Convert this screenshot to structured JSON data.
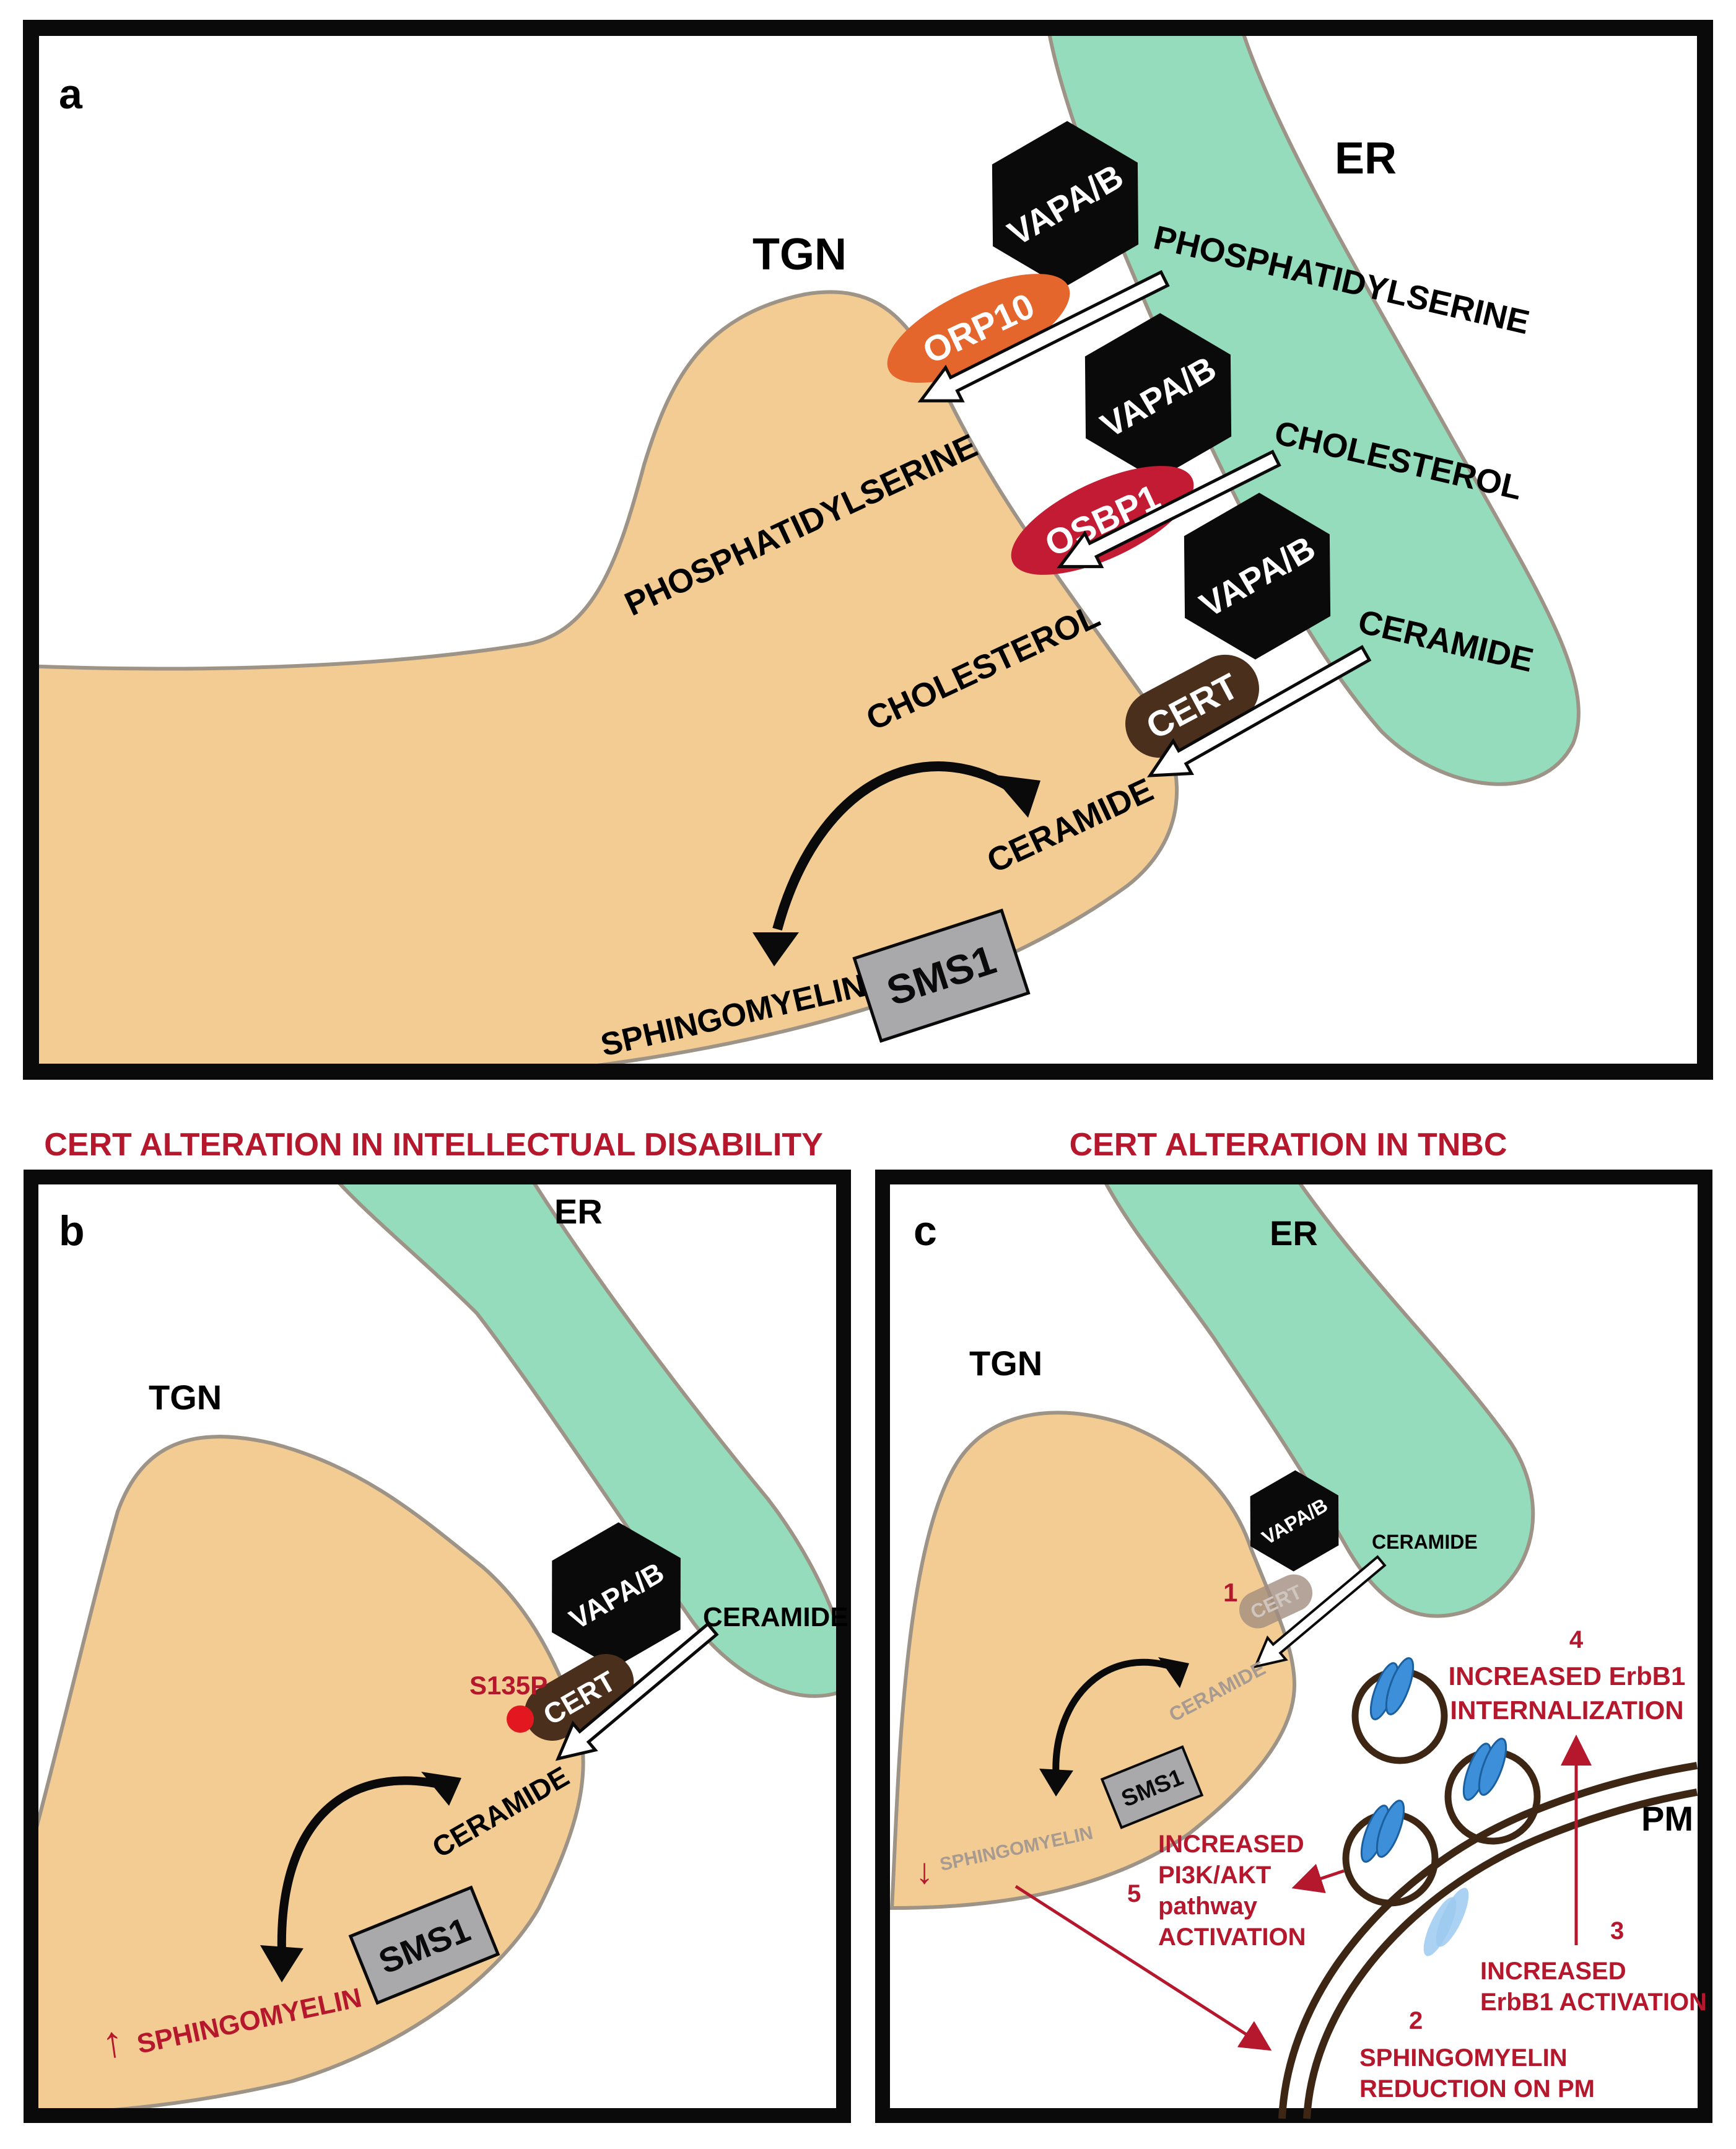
{
  "colors": {
    "tgn": "#f3cc93",
    "tgn_stroke": "#9e9387",
    "er": "#95dcbc",
    "vap": "#0a0a0a",
    "orp10": "#e5662d",
    "osbp1": "#c21b33",
    "cert": "#4a2f1c",
    "sms1": "#a9a9ab",
    "accent_red": "#b5172d",
    "membrane": "#3e2614",
    "receptor": "#3c8fd8"
  },
  "panel_a": {
    "letter": "a",
    "er": "ER",
    "tgn": "TGN",
    "vap": [
      "VAPA/B",
      "VAPA/B",
      "VAPA/B"
    ],
    "orp10": "ORP10",
    "osbp1": "OSBP1",
    "cert": "CERT",
    "sms1": "SMS1",
    "er_lipids": [
      "PHOSPHATIDYLSERINE",
      "CHOLESTEROL",
      "CERAMIDE"
    ],
    "tgn_lipids": [
      "PHOSPHATIDYLSERINE",
      "CHOLESTEROL",
      "CERAMIDE"
    ],
    "product": "SPHINGOMYELIN"
  },
  "panel_b": {
    "heading": "CERT ALTERATION IN INTELLECTUAL DISABILITY",
    "letter": "b",
    "er": "ER",
    "tgn": "TGN",
    "vap": "VAPA/B",
    "cert": "CERT",
    "mutation": "S135P",
    "er_lipid": "CERAMIDE",
    "tgn_lipid": "CERAMIDE",
    "sms1": "SMS1",
    "product": "SPHINGOMYELIN",
    "arrow_up": "↑"
  },
  "panel_c": {
    "heading": "CERT ALTERATION IN TNBC",
    "letter": "c",
    "er": "ER",
    "tgn": "TGN",
    "pm": "PM",
    "vap": "VAPA/B",
    "cert": "CERT",
    "er_lipid": "CERAMIDE",
    "tgn_lipid": "CERAMIDE",
    "sms1": "SMS1",
    "product": "SPHINGOMYELIN",
    "arrow_down": "↓",
    "step1": "1",
    "step2_num": "2",
    "step2_lines": [
      "SPHINGOMYELIN",
      "REDUCTION ON PM"
    ],
    "step3_num": "3",
    "step3_lines": [
      "INCREASED",
      "ErbB1 ACTIVATION"
    ],
    "step4_num": "4",
    "step4_lines": [
      "INCREASED ErbB1",
      "INTERNALIZATION"
    ],
    "step5_num": "5",
    "step5_lines": [
      "INCREASED",
      "PI3K/AKT",
      "pathway",
      "ACTIVATION"
    ]
  }
}
